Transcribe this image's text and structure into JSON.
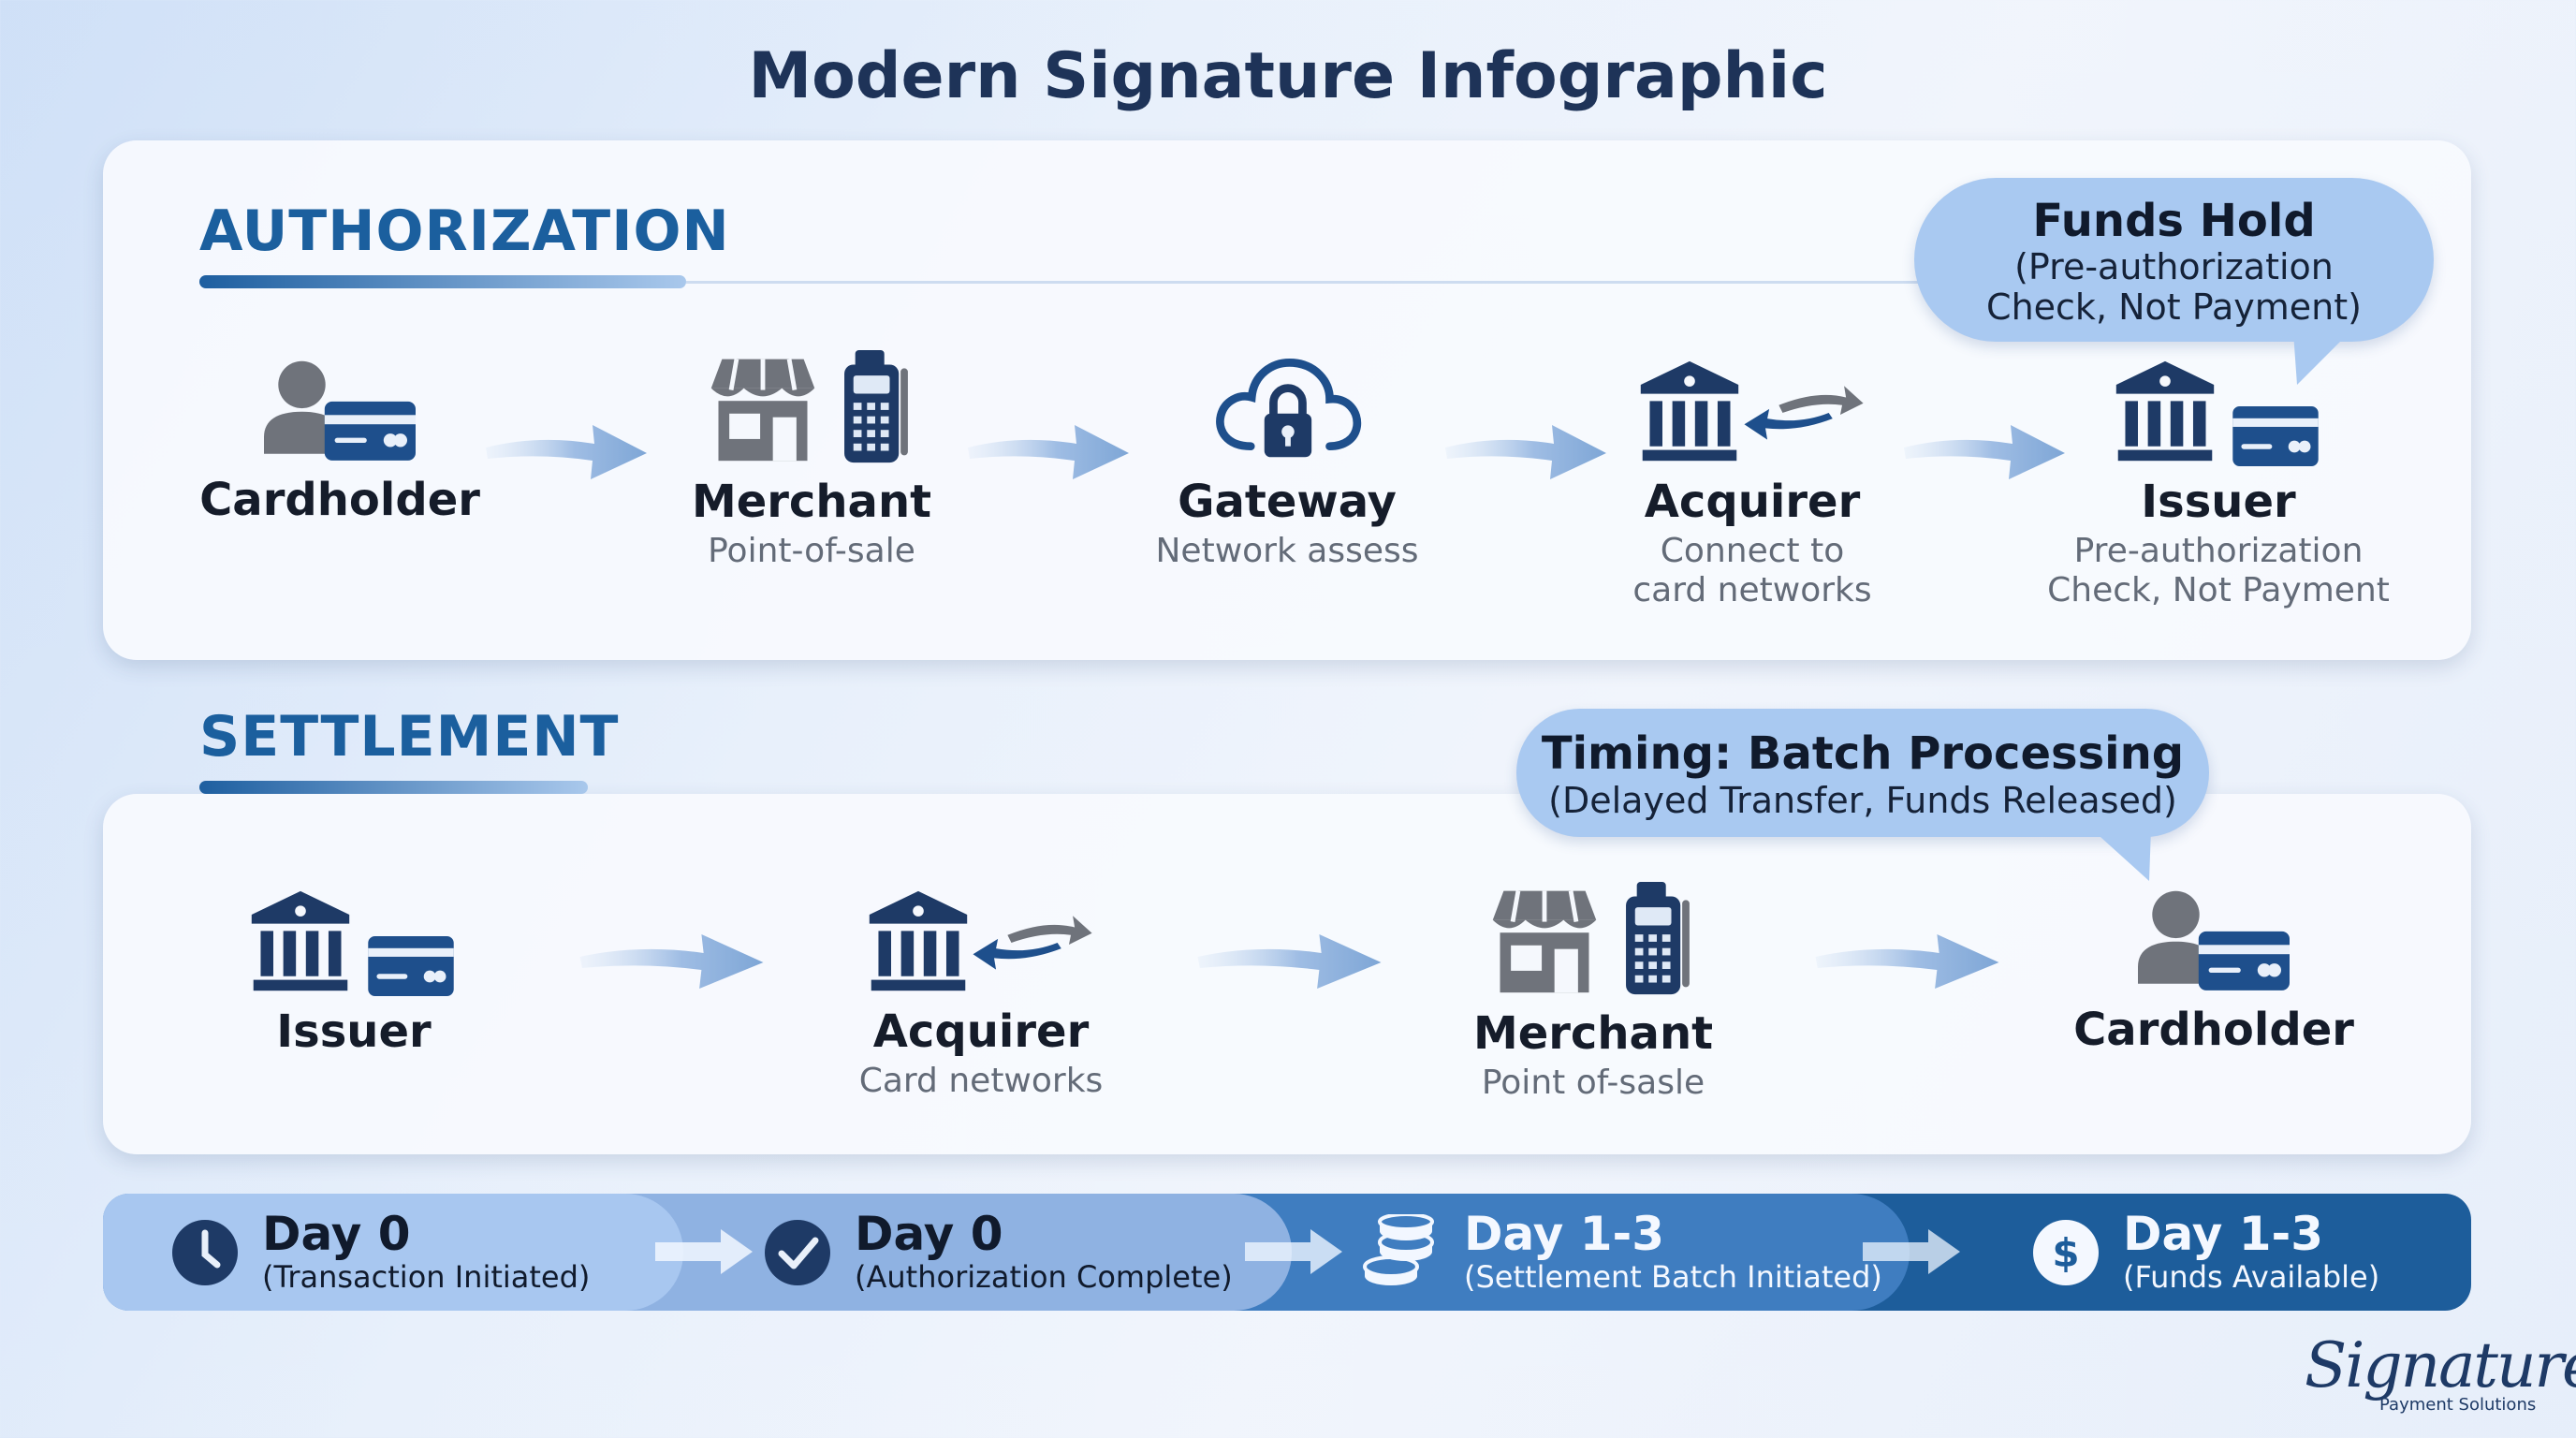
{
  "title": "Modern Signature Infographic",
  "colors": {
    "navy": "#1e3a66",
    "accent": "#1b5f9e",
    "bubble": "#a9c9f1",
    "arrow": "#7ea6d6"
  },
  "authorization": {
    "heading": "AUTHORIZATION",
    "nodes": [
      {
        "name": "Cardholder",
        "sub": "",
        "icon": "person-card-icon"
      },
      {
        "name": "Merchant",
        "sub": "Point-of-sale",
        "icon": "store-terminal-icon"
      },
      {
        "name": "Gateway",
        "sub": "Network assess",
        "icon": "cloud-lock-icon"
      },
      {
        "name": "Acquirer",
        "sub": "Connect to card networks",
        "icon": "bank-arrows-icon"
      },
      {
        "name": "Issuer",
        "sub": "Pre-authorization Check, Not Payment",
        "icon": "bank-card-icon"
      }
    ],
    "callout": {
      "title": "Funds Hold",
      "text": "(Pre-authorization Check, Not Payment)"
    }
  },
  "settlement": {
    "heading": "SETTLEMENT",
    "nodes": [
      {
        "name": "Issuer",
        "sub": "",
        "icon": "bank-card-icon"
      },
      {
        "name": "Acquirer",
        "sub": "Card networks",
        "icon": "bank-arrows-icon"
      },
      {
        "name": "Merchant",
        "sub": "Point of-sasle",
        "icon": "store-terminal-icon"
      },
      {
        "name": "Cardholder",
        "sub": "",
        "icon": "person-card-icon"
      }
    ],
    "callout": {
      "title": "Timing: Batch Processing",
      "text": "(Delayed Transfer, Funds Released)"
    }
  },
  "timeline": [
    {
      "label": "Day 0",
      "sub": "(Transaction Initiated)",
      "icon": "clock-icon"
    },
    {
      "label": "Day 0",
      "sub": "(Authorization Complete)",
      "icon": "check-circle-icon"
    },
    {
      "label": "Day 1-3",
      "sub": "(Settlement Batch Initiated)",
      "icon": "coins-icon"
    },
    {
      "label": "Day 1-3",
      "sub": "(Funds Available)",
      "icon": "dollar-circle-icon"
    }
  ],
  "logo": {
    "brand": "Signature",
    "tagline": "Payment Solutions"
  }
}
